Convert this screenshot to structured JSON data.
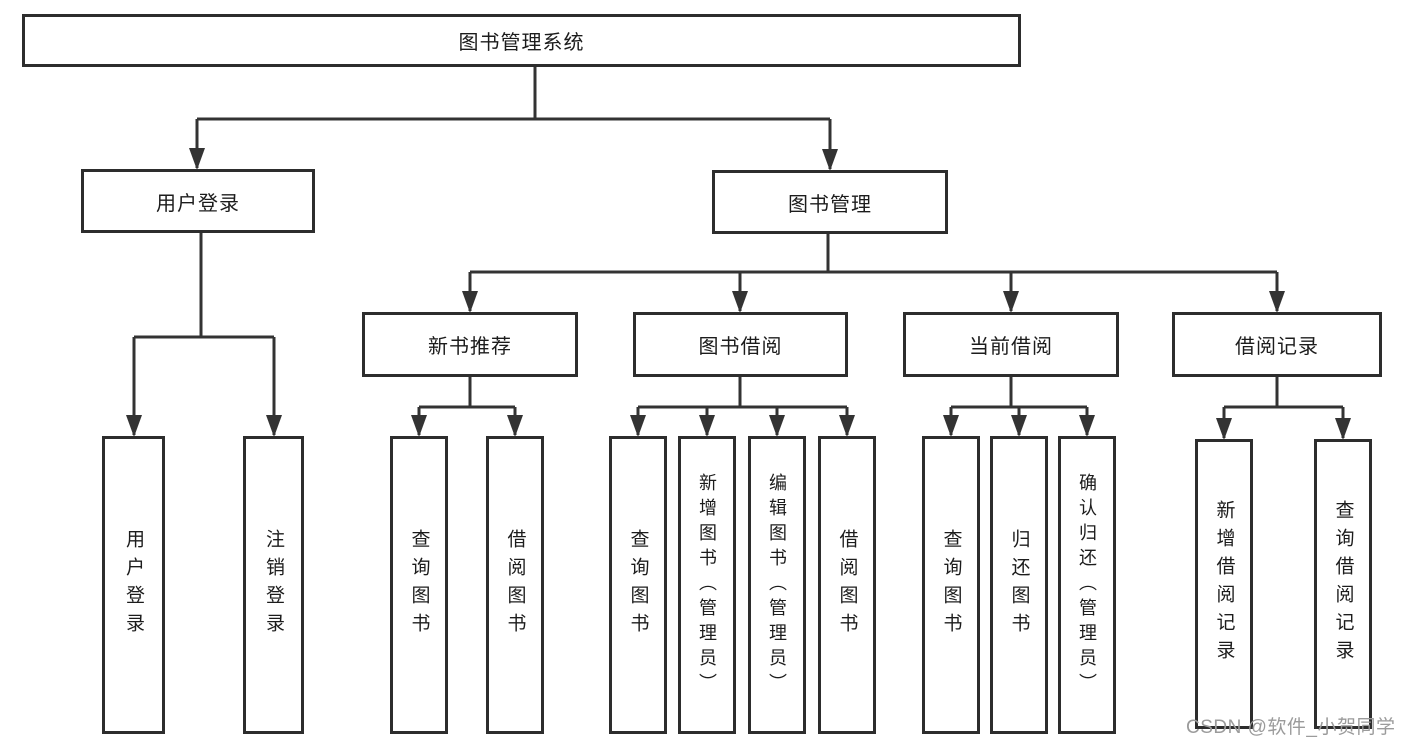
{
  "diagram_type": "hierarchy-tree",
  "colors": {
    "background": "#ffffff",
    "box_border": "#2d2d2d",
    "connector_line": "#333333",
    "text": "#1c1c1c",
    "watermark": "#9b9b9b"
  },
  "tree": {
    "label": "图书管理系统",
    "children": [
      {
        "label": "用户登录",
        "children": [
          {
            "label": "用户登录"
          },
          {
            "label": "注销登录"
          }
        ]
      },
      {
        "label": "图书管理",
        "children": [
          {
            "label": "新书推荐",
            "children": [
              {
                "label": "查询图书"
              },
              {
                "label": "借阅图书"
              }
            ]
          },
          {
            "label": "图书借阅",
            "children": [
              {
                "label": "查询图书"
              },
              {
                "label": "新增图书（管理员）"
              },
              {
                "label": "编辑图书（管理员）"
              },
              {
                "label": "借阅图书"
              }
            ]
          },
          {
            "label": "当前借阅",
            "children": [
              {
                "label": "查询图书"
              },
              {
                "label": "归还图书"
              },
              {
                "label": "确认归还（管理员）"
              }
            ]
          },
          {
            "label": "借阅记录",
            "children": [
              {
                "label": "新增借阅记录"
              },
              {
                "label": "查询借阅记录"
              }
            ]
          }
        ]
      }
    ]
  },
  "watermark": {
    "text": "CSDN @软件_小贺同学"
  }
}
